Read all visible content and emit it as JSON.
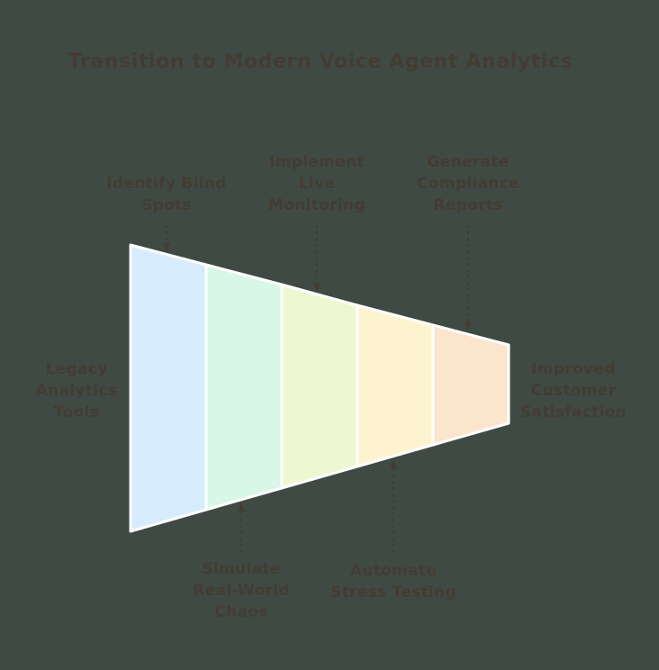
{
  "title": "Transition to Modern Voice Agent Analytics",
  "colors": {
    "background": "#3f4a44",
    "ink": "#443c33",
    "funnel_border": "#ffffff"
  },
  "funnel": {
    "type": "funnel",
    "start_label": "Legacy\nAnalytics\nTools",
    "end_label": "Improved\nCustomer\nSatisfaction",
    "stage_colors": [
      "#d7ecfc",
      "#d8f7e7",
      "#edf8d3",
      "#fdf4cf",
      "#fce5cd"
    ],
    "top_annotations": [
      {
        "label": "Identify Blind\nSpots"
      },
      {
        "label": "Implement\nLive\nMonitoring"
      },
      {
        "label": "Generate\nCompliance\nReports"
      }
    ],
    "bottom_annotations": [
      {
        "label": "Simulate\nReal-World\nChaos"
      },
      {
        "label": "Automate\nStress Testing"
      }
    ]
  }
}
